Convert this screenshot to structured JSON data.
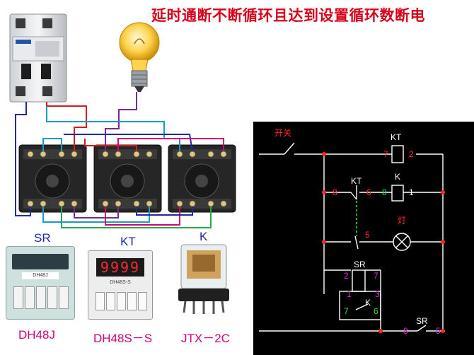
{
  "title": "延时通断不断循环且达到设置循环数断电",
  "devices": {
    "sr": {
      "label": "SR",
      "model": "DH48J",
      "brand": "DH48J"
    },
    "kt": {
      "label": "KT",
      "model": "DH48S－S",
      "display": "9999",
      "brand": "DH48S-S"
    },
    "k": {
      "label": "K",
      "model": "JTX－2C"
    }
  },
  "schematic": {
    "switch": "开关",
    "kt": "KT",
    "kt_7": "7",
    "kt_2": "2",
    "kt_contact": "KT",
    "kt_8": "8",
    "kt_6": "6",
    "k": "K",
    "k_8": "8",
    "k_1": "1",
    "kt_5": "5",
    "lamp": "灯",
    "sr": "SR",
    "sr_2": "2",
    "sr_7": "7",
    "sr_1": "1",
    "sr_3": "3",
    "k_contact": "K",
    "k_7": "7",
    "k_6": "6",
    "sr_contact": "SR",
    "sr_8": "8",
    "sr_5": "5"
  },
  "colors": {
    "title": "#d8001a",
    "label": "#1e2aa8",
    "model": "#d4007a",
    "terminal": "#ff2a2a",
    "terminal_green": "#32d84a",
    "terminal_purple": "#cc33cc",
    "wire": "#ffffff",
    "dashed": "#23c323"
  }
}
